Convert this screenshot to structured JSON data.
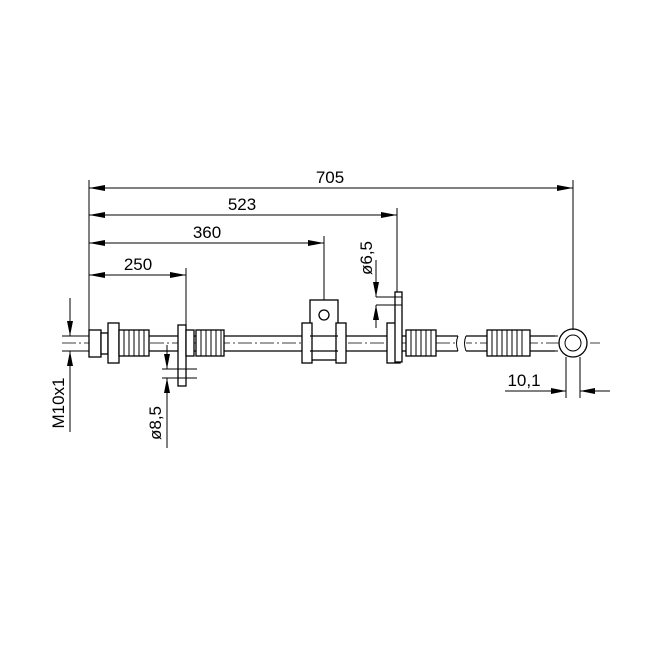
{
  "dimensions": {
    "overall_length": "705",
    "length_523": "523",
    "length_360": "360",
    "length_250": "250",
    "bracket_hole_dia": "ø6,5",
    "bracket_hole_dia_2": "ø8,5",
    "thread": "M10x1",
    "eye_width": "10,1"
  },
  "colors": {
    "line": "#000000",
    "background": "#ffffff"
  }
}
